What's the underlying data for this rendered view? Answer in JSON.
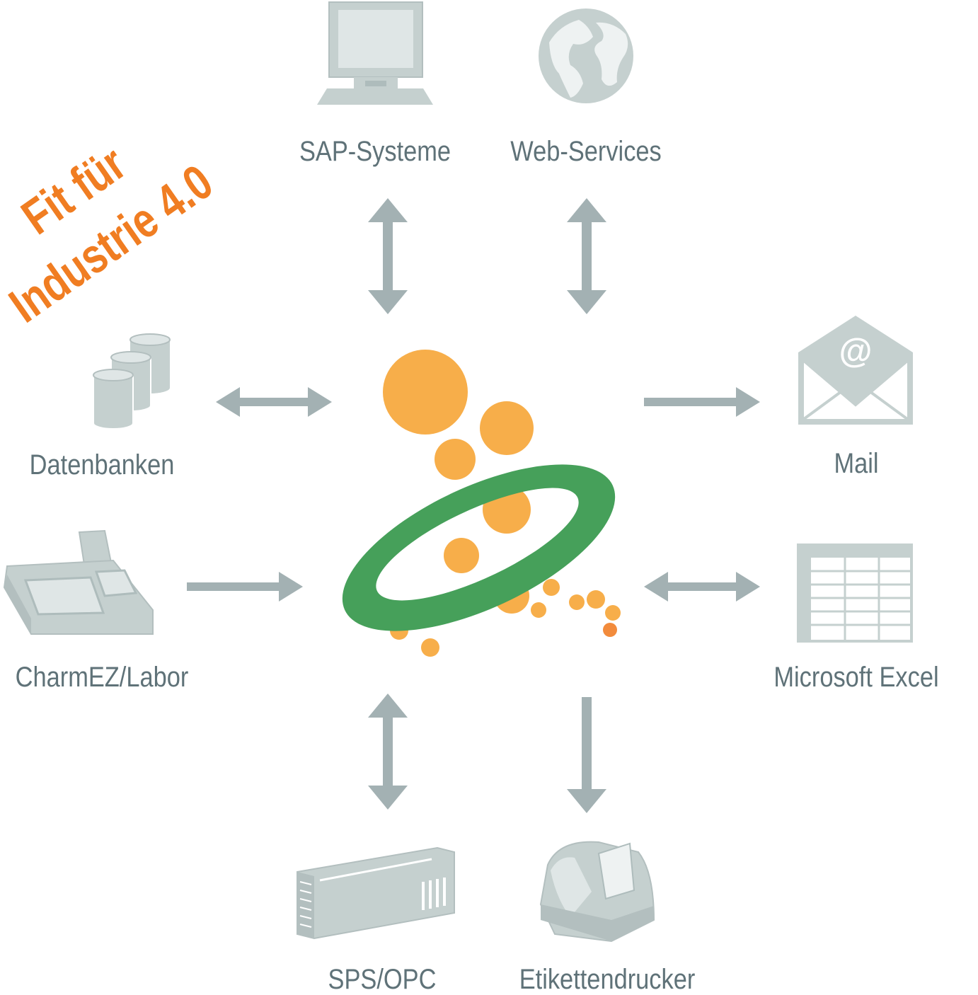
{
  "slogan": {
    "line1": "Fit für",
    "line2": "Industrie 4.0",
    "color": "#f07d22"
  },
  "nodes": {
    "sap": {
      "label": "SAP-Systeme",
      "icon": "computer-monitor-icon"
    },
    "web": {
      "label": "Web-Services",
      "icon": "globe-icon"
    },
    "db": {
      "label": "Datenbanken",
      "icon": "database-cylinders-icon"
    },
    "mail": {
      "label": "Mail",
      "icon": "mail-envelope-icon"
    },
    "lab": {
      "label": "CharmEZ/Labor",
      "icon": "lab-device-icon"
    },
    "excel": {
      "label": "Microsoft Excel",
      "icon": "spreadsheet-icon"
    },
    "sps": {
      "label": "SPS/OPC",
      "icon": "plc-module-icon"
    },
    "printer": {
      "label": "Etikettendrucker",
      "icon": "label-printer-icon"
    }
  },
  "connections": [
    {
      "node": "sap",
      "direction": "bidirectional"
    },
    {
      "node": "web",
      "direction": "bidirectional"
    },
    {
      "node": "db",
      "direction": "bidirectional"
    },
    {
      "node": "mail",
      "direction": "to-node"
    },
    {
      "node": "lab",
      "direction": "to-center"
    },
    {
      "node": "excel",
      "direction": "bidirectional"
    },
    {
      "node": "sps",
      "direction": "bidirectional"
    },
    {
      "node": "printer",
      "direction": "to-node"
    }
  ],
  "colors": {
    "icon_gray": "#c5d0cf",
    "icon_stroke": "#b3bfbf",
    "arrow_gray": "#a3b1b3",
    "label_gray": "#5f7278",
    "logo_green": "#46a05a",
    "logo_orange": "#f7ae4a",
    "logo_orange_dark": "#f28b3c"
  }
}
